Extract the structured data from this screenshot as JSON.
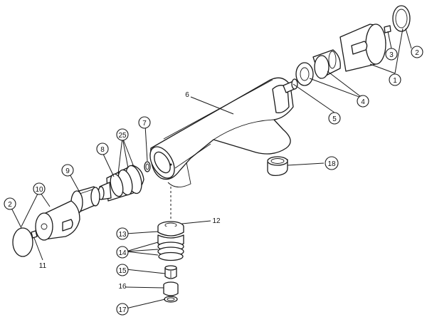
{
  "callouts": [
    {
      "id": "c1",
      "label": "1"
    },
    {
      "id": "c2",
      "label": "2"
    },
    {
      "id": "c3",
      "label": "3"
    },
    {
      "id": "c4",
      "label": "4"
    },
    {
      "id": "c5",
      "label": "5"
    },
    {
      "id": "c6",
      "label": "6"
    },
    {
      "id": "c7",
      "label": "7"
    },
    {
      "id": "c8",
      "label": "8"
    },
    {
      "id": "c9",
      "label": "9"
    },
    {
      "id": "c10",
      "label": "10"
    },
    {
      "id": "c2b",
      "label": "2"
    },
    {
      "id": "c11",
      "label": "11"
    },
    {
      "id": "c25",
      "label": "25"
    },
    {
      "id": "c12",
      "label": "12"
    },
    {
      "id": "c13",
      "label": "13"
    },
    {
      "id": "c14",
      "label": "14"
    },
    {
      "id": "c15",
      "label": "15"
    },
    {
      "id": "c16",
      "label": "16"
    },
    {
      "id": "c17",
      "label": "17"
    },
    {
      "id": "c18",
      "label": "18"
    }
  ]
}
